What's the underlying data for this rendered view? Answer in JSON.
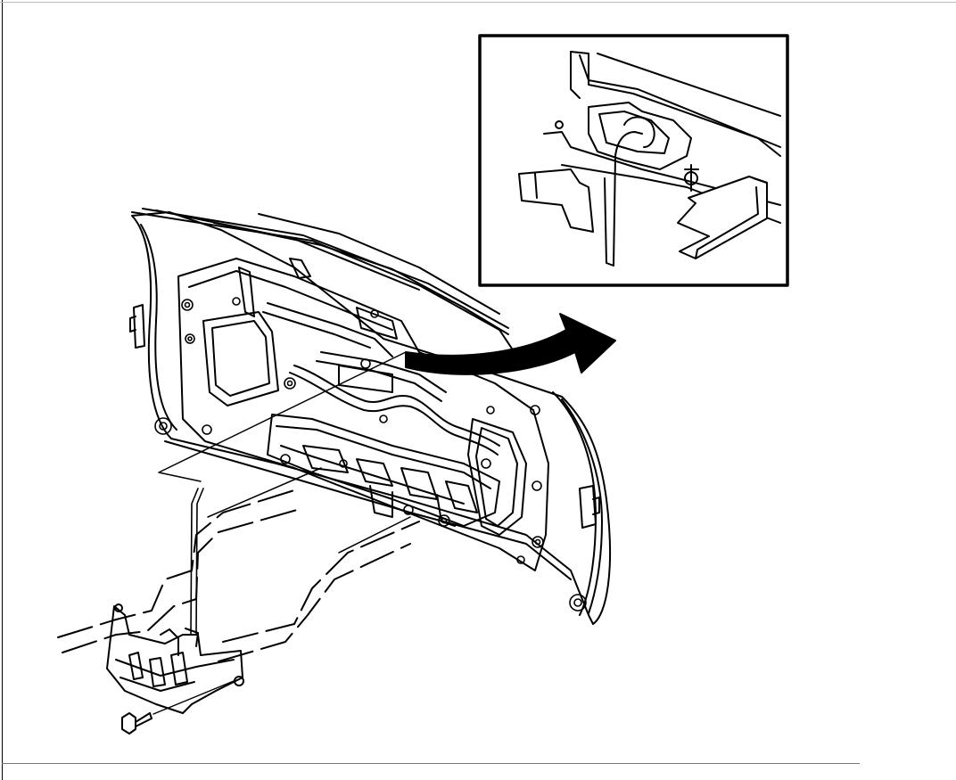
{
  "diagram": {
    "components": [
      {
        "name": "liftgate-inner-panel"
      },
      {
        "name": "latch-access-trim"
      },
      {
        "name": "liftgate-latch-assembly"
      },
      {
        "name": "latch-mounting-bolt"
      },
      {
        "name": "release-rod"
      },
      {
        "name": "detail-inset-latch-connector"
      },
      {
        "name": "callout-arrow"
      }
    ],
    "colors": {
      "line": "#000000",
      "background": "#ffffff"
    }
  }
}
